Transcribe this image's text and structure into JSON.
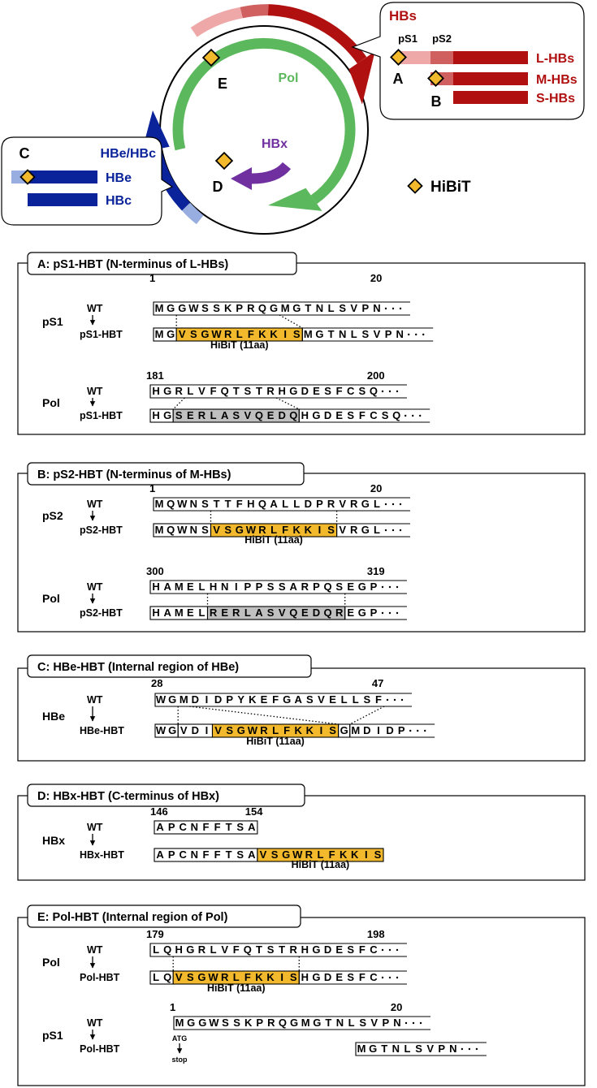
{
  "overview": {
    "hbs": {
      "title": "HBs",
      "ps1": "pS1",
      "ps2": "pS2",
      "bars": [
        "L-HBs",
        "M-HBs",
        "S-HBs"
      ],
      "letters": [
        "A",
        "B"
      ]
    },
    "hbe": {
      "title": "HBe/HBc",
      "letter": "C",
      "bars": [
        "HBe",
        "HBc"
      ]
    },
    "genes": {
      "pol": "Pol",
      "hbx": "HBx",
      "letter_e": "E",
      "letter_d": "D"
    },
    "legend": "HiBiT",
    "colors": {
      "hbs_dark": "#b01010",
      "hbs_mid": "#d06060",
      "hbs_light": "#efa8a8",
      "pol": "#5cb85c",
      "hbx": "#7030a0",
      "core": "#0a239a",
      "core_light": "#98aee0",
      "hibit": "#f2b92d",
      "grey": "#c0c0c0"
    }
  },
  "panels": [
    {
      "title": "A: pS1-HBT (N-terminus of L-HBs)",
      "rows": [
        {
          "gene": "pS1",
          "wt_label": "WT",
          "mut_label": "pS1-HBT",
          "start": "1",
          "end": "20",
          "wt": [
            "M",
            "G",
            "G",
            "W",
            "S",
            "S",
            "K",
            "P",
            "R",
            "Q",
            "G",
            "M",
            "G",
            "T",
            "N",
            "L",
            "S",
            "V",
            "P",
            "N"
          ],
          "mut": [
            {
              "kind": "plain",
              "res": [
                "M",
                "G"
              ]
            },
            {
              "kind": "hibit",
              "res": [
                "V",
                "S",
                "G",
                "W",
                "R",
                "L",
                "F",
                "K",
                "K",
                "I",
                "S"
              ]
            },
            {
              "kind": "plain",
              "res": [
                "M",
                "G",
                "T",
                "N",
                "L",
                "S",
                "V",
                "P",
                "N"
              ]
            }
          ],
          "insert_label": "HiBiT (11aa)"
        },
        {
          "gene": "Pol",
          "wt_label": "WT",
          "mut_label": "pS1-HBT",
          "start": "181",
          "end": "200",
          "wt": [
            "H",
            "G",
            "R",
            "L",
            "V",
            "F",
            "Q",
            "T",
            "S",
            "T",
            "R",
            "H",
            "G",
            "D",
            "E",
            "S",
            "F",
            "C",
            "S",
            "Q"
          ],
          "mut": [
            {
              "kind": "plain",
              "res": [
                "H",
                "G"
              ]
            },
            {
              "kind": "grey",
              "res": [
                "S",
                "E",
                "R",
                "L",
                "A",
                "S",
                "V",
                "Q",
                "E",
                "D",
                "Q"
              ]
            },
            {
              "kind": "plain",
              "res": [
                "H",
                "G",
                "D",
                "E",
                "S",
                "F",
                "C",
                "S",
                "Q"
              ]
            }
          ],
          "insert_label": ""
        }
      ]
    },
    {
      "title": "B: pS2-HBT (N-terminus of M-HBs)",
      "rows": [
        {
          "gene": "pS2",
          "wt_label": "WT",
          "mut_label": "pS2-HBT",
          "start": "1",
          "end": "20",
          "wt": [
            "M",
            "Q",
            "W",
            "N",
            "S",
            "T",
            "T",
            "F",
            "H",
            "Q",
            "A",
            "L",
            "L",
            "D",
            "P",
            "R",
            "V",
            "R",
            "G",
            "L"
          ],
          "mut": [
            {
              "kind": "plain",
              "res": [
                "M",
                "Q",
                "W",
                "N",
                "S"
              ]
            },
            {
              "kind": "hibit",
              "res": [
                "V",
                "S",
                "G",
                "W",
                "R",
                "L",
                "F",
                "K",
                "K",
                "I",
                "S"
              ]
            },
            {
              "kind": "plain",
              "res": [
                "V",
                "R",
                "G",
                "L"
              ]
            }
          ],
          "insert_label": "HiBiT (11aa)"
        },
        {
          "gene": "Pol",
          "wt_label": "WT",
          "mut_label": "pS2-HBT",
          "start": "300",
          "end": "319",
          "wt": [
            "H",
            "A",
            "M",
            "E",
            "L",
            "H",
            "N",
            "I",
            "P",
            "P",
            "S",
            "S",
            "A",
            "R",
            "P",
            "Q",
            "S",
            "E",
            "G",
            "P"
          ],
          "mut": [
            {
              "kind": "plain",
              "res": [
                "H",
                "A",
                "M",
                "E",
                "L"
              ]
            },
            {
              "kind": "grey",
              "res": [
                "R",
                "E",
                "R",
                "L",
                "A",
                "S",
                "V",
                "Q",
                "E",
                "D",
                "Q",
                "R"
              ]
            },
            {
              "kind": "plain",
              "res": [
                "E",
                "G",
                "P"
              ]
            }
          ],
          "insert_label": ""
        }
      ]
    },
    {
      "title": "C: HBe-HBT (Internal region of HBe)",
      "rows": [
        {
          "gene": "HBe",
          "wt_label": "WT",
          "mut_label": "HBe-HBT",
          "start": "28",
          "end": "47",
          "wt": [
            "W",
            "G",
            "M",
            "D",
            "I",
            "D",
            "P",
            "Y",
            "K",
            "E",
            "F",
            "G",
            "A",
            "S",
            "V",
            "E",
            "L",
            "L",
            "S",
            "F"
          ],
          "mut": [
            {
              "kind": "plain",
              "res": [
                "W",
                "G"
              ]
            },
            {
              "kind": "plain",
              "res": [
                "V",
                "D",
                "I"
              ]
            },
            {
              "kind": "hibit",
              "res": [
                "V",
                "S",
                "G",
                "W",
                "R",
                "L",
                "F",
                "K",
                "K",
                "I",
                "S"
              ]
            },
            {
              "kind": "plain",
              "res": [
                "G"
              ]
            },
            {
              "kind": "plain",
              "res": [
                "M",
                "D",
                "I",
                "D",
                "P"
              ]
            }
          ],
          "insert_label": "HiBiT (11aa)"
        }
      ]
    },
    {
      "title": "D: HBx-HBT (C-terminus of HBx)",
      "rows": [
        {
          "gene": "HBx",
          "wt_label": "WT",
          "mut_label": "HBx-HBT",
          "start": "146",
          "end": "154",
          "wt": [
            "A",
            "P",
            "C",
            "N",
            "F",
            "F",
            "T",
            "S",
            "A"
          ],
          "mut": [
            {
              "kind": "plain",
              "res": [
                "A",
                "P",
                "C",
                "N",
                "F",
                "F",
                "T",
                "S",
                "A"
              ]
            },
            {
              "kind": "hibit",
              "res": [
                "V",
                "S",
                "G",
                "W",
                "R",
                "L",
                "F",
                "K",
                "K",
                "I",
                "S"
              ]
            }
          ],
          "insert_label": "HiBiT (11aa)"
        }
      ]
    },
    {
      "title": "E: Pol-HBT (Internal region of Pol)",
      "rows": [
        {
          "gene": "Pol",
          "wt_label": "WT",
          "mut_label": "Pol-HBT",
          "start": "179",
          "end": "198",
          "wt": [
            "L",
            "Q",
            "H",
            "G",
            "R",
            "L",
            "V",
            "F",
            "Q",
            "T",
            "S",
            "T",
            "R",
            "H",
            "G",
            "D",
            "E",
            "S",
            "F",
            "C"
          ],
          "mut": [
            {
              "kind": "plain",
              "res": [
                "L",
                "Q"
              ]
            },
            {
              "kind": "hibit",
              "res": [
                "V",
                "S",
                "G",
                "W",
                "R",
                "L",
                "F",
                "K",
                "K",
                "I",
                "S"
              ]
            },
            {
              "kind": "plain",
              "res": [
                "H",
                "G",
                "D",
                "E",
                "S",
                "F",
                "C"
              ]
            }
          ],
          "insert_label": "HiBiT (11aa)"
        },
        {
          "gene": "pS1",
          "wt_label": "WT",
          "mut_label": "Pol-HBT",
          "start": "1",
          "end": "20",
          "wt": [
            "M",
            "G",
            "G",
            "W",
            "S",
            "S",
            "K",
            "P",
            "R",
            "Q",
            "G",
            "M",
            "G",
            "T",
            "N",
            "L",
            "S",
            "V",
            "P",
            "N"
          ],
          "mut": [
            {
              "kind": "plain",
              "res": [
                "M",
                "G",
                "T",
                "N",
                "L",
                "S",
                "V",
                "P",
                "N"
              ]
            }
          ],
          "insert_label": "",
          "codon_from": "ATG",
          "codon_to": "stop"
        }
      ]
    }
  ]
}
